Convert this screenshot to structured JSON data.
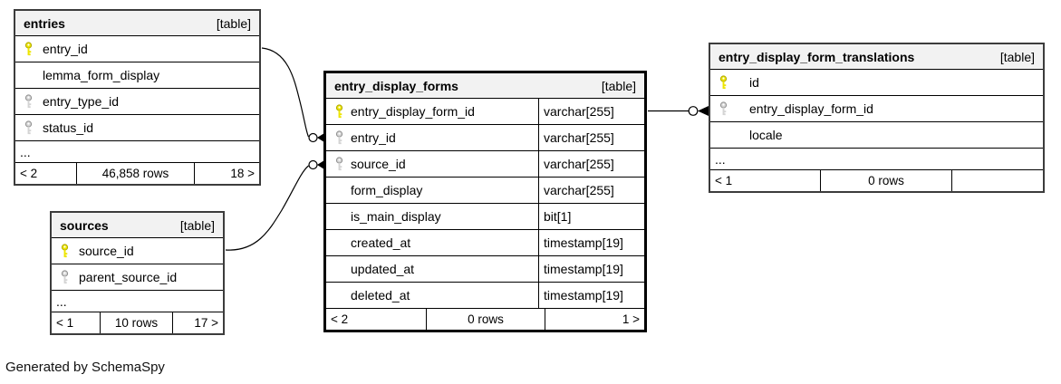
{
  "page": {
    "caption": "Generated by SchemaSpy",
    "background": "#ffffff"
  },
  "colors": {
    "primary_key": "#ede500",
    "primary_key_outline": "#afa800",
    "foreign_key": "#d4d4d4",
    "foreign_key_outline": "#8f8f8f",
    "header_bg": "#f2f2f2",
    "table_border": "#3c3c3c",
    "emphasized_border": "#000000",
    "line": "#000000"
  },
  "tables": [
    {
      "id": "entries",
      "title": "entries",
      "badge": "[table]",
      "emphasized": false,
      "columns": [
        {
          "name": "entry_id",
          "key": "primary",
          "type": null
        },
        {
          "name": "lemma_form_display",
          "key": null,
          "type": null
        },
        {
          "name": "entry_type_id",
          "key": "foreign",
          "type": null
        },
        {
          "name": "status_id",
          "key": "foreign",
          "type": null
        }
      ],
      "ellipsis": "...",
      "footer": {
        "left": "< 2",
        "center": "46,858 rows",
        "right": "18 >"
      }
    },
    {
      "id": "sources",
      "title": "sources",
      "badge": "[table]",
      "emphasized": false,
      "columns": [
        {
          "name": "source_id",
          "key": "primary",
          "type": null
        },
        {
          "name": "parent_source_id",
          "key": "foreign",
          "type": null
        }
      ],
      "ellipsis": "...",
      "footer": {
        "left": "< 1",
        "center": "10 rows",
        "right": "17 >"
      }
    },
    {
      "id": "entry_display_forms",
      "title": "entry_display_forms",
      "badge": "[table]",
      "emphasized": true,
      "columns": [
        {
          "name": "entry_display_form_id",
          "key": "primary",
          "type": "varchar[255]"
        },
        {
          "name": "entry_id",
          "key": "foreign",
          "type": "varchar[255]"
        },
        {
          "name": "source_id",
          "key": "foreign",
          "type": "varchar[255]"
        },
        {
          "name": "form_display",
          "key": null,
          "type": "varchar[255]"
        },
        {
          "name": "is_main_display",
          "key": null,
          "type": "bit[1]"
        },
        {
          "name": "created_at",
          "key": null,
          "type": "timestamp[19]"
        },
        {
          "name": "updated_at",
          "key": null,
          "type": "timestamp[19]"
        },
        {
          "name": "deleted_at",
          "key": null,
          "type": "timestamp[19]"
        }
      ],
      "ellipsis": null,
      "footer": {
        "left": "< 2",
        "center": "0 rows",
        "right": "1 >"
      }
    },
    {
      "id": "entry_display_form_translations",
      "title": "entry_display_form_translations",
      "badge": "[table]",
      "emphasized": false,
      "columns": [
        {
          "name": "id",
          "key": "primary",
          "type": null
        },
        {
          "name": "entry_display_form_id",
          "key": "foreign",
          "type": null
        },
        {
          "name": "locale",
          "key": null,
          "type": null
        }
      ],
      "ellipsis": "...",
      "footer": {
        "left": "< 1",
        "center": "0 rows",
        "right": ""
      }
    }
  ],
  "relationships": [
    {
      "from": "entries.entry_id",
      "to": "entry_display_forms.entry_id"
    },
    {
      "from": "sources.source_id",
      "to": "entry_display_forms.source_id"
    },
    {
      "from": "entry_display_forms.entry_display_form_id",
      "to": "entry_display_form_translations.entry_display_form_id"
    }
  ]
}
